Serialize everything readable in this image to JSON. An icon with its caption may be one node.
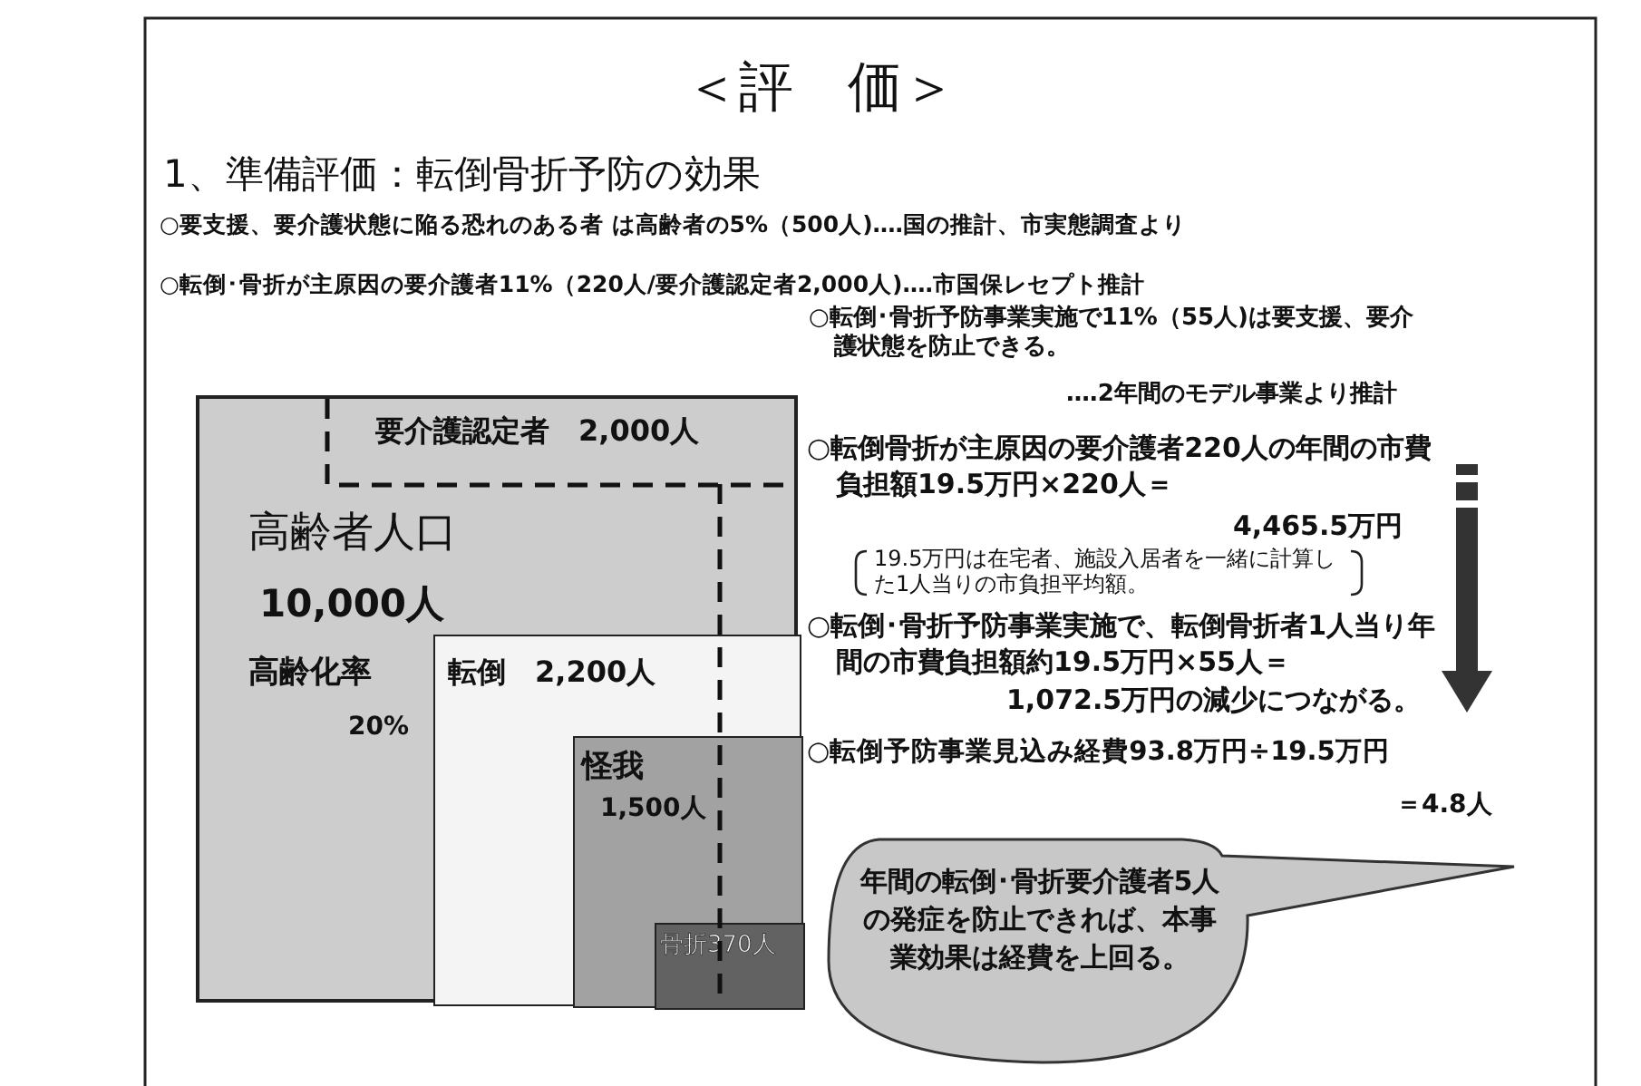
{
  "diagram": {
    "title": "＜評　価＞",
    "nodes": [
      {
        "text": [
          "高齢者人口",
          "10,000人",
          "高齢化率",
          "20%"
        ]
      },
      {
        "text": [
          "要介護認定者　2,000人"
        ],
        "in": 0
      },
      {
        "text": [
          "転倒　2,200人"
        ],
        "in": 0
      },
      {
        "text": [
          "怪我",
          "1,500人"
        ],
        "in": 2
      },
      {
        "text": [
          "骨折370人"
        ],
        "in": 3
      },
      {
        "text": [
          "年間の転倒･骨折要介護者5人の発症を防止できれば、本事業効果は経費を上回る。"
        ]
      }
    ],
    "edges": [],
    "labels": [
      "1、準備評価：転倒骨折予防の効果",
      "○要支援、要介護状態に陥る恐れのある者 は高齢者の5%（500人)‥‥国の推計、市実態調査より",
      "○転倒･骨折が主原因の要介護者11%（220人/要介護認定者2,000人)‥‥市国保レセプト推計",
      "○転倒･骨折予防事業実施で11%（55人)は要支援、要介護状態を防止できる。",
      "‥‥2年間のモデル事業より推計",
      "○転倒骨折が主原因の要介護者220人の年間の市費負担額19.5万円×220人＝",
      "4,465.5万円",
      "19.5万円は在宅者、施設入居者を一緒に計算した1人当りの市負担平均額。",
      "○転倒･骨折予防事業実施で、転倒骨折者1人当り年間の市費負担額約19.5万円×55人＝",
      "1,072.5万円の減少につながる。",
      "○転倒予防事業見込み経費93.8万円÷19.5万円",
      "＝4.8人"
    ]
  }
}
